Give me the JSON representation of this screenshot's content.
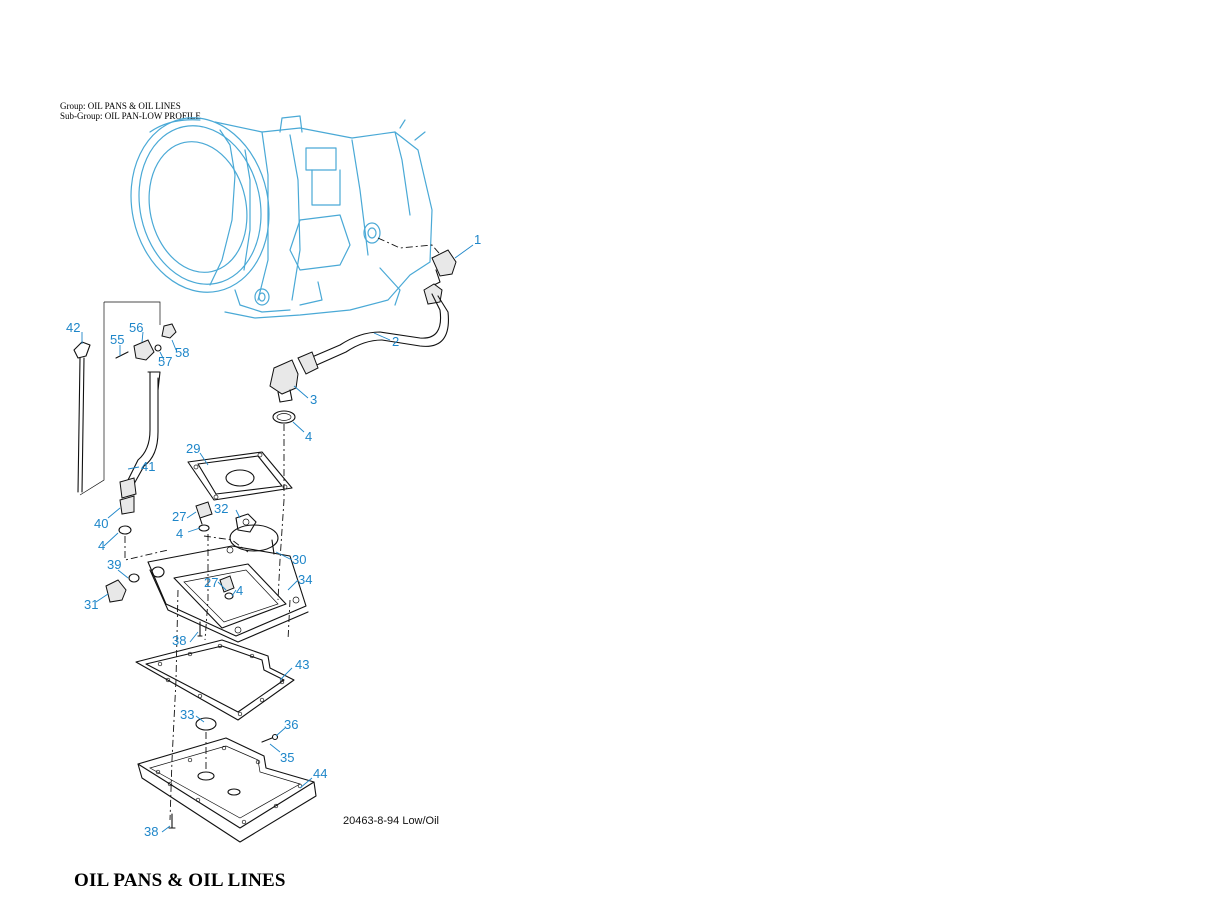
{
  "header": {
    "group": "Group: OIL PANS & OIL LINES",
    "sub_group": "Sub-Group: OIL PAN-LOW PROFILE"
  },
  "figure": {
    "figure_id": "20463-8-94 Low/Oil",
    "callouts": {
      "c1": "1",
      "c2": "2",
      "c3": "3",
      "c4a": "4",
      "c4b": "4",
      "c4c": "4",
      "c4d": "4",
      "c27a": "27",
      "c27b": "27",
      "c29": "29",
      "c30": "30",
      "c31": "31",
      "c32": "32",
      "c33": "33",
      "c34": "34",
      "c35": "35",
      "c36": "36",
      "c38a": "38",
      "c38b": "38",
      "c39": "39",
      "c40": "40",
      "c41": "41",
      "c42": "42",
      "c43": "43",
      "c44": "44",
      "c55": "55",
      "c56": "56",
      "c57": "57",
      "c58": "58"
    },
    "colors": {
      "callout": "#1e86c9",
      "transmission_outline": "#4aa9d6",
      "parts": "#111111"
    }
  },
  "footer": {
    "title": "OIL PANS & OIL LINES"
  }
}
